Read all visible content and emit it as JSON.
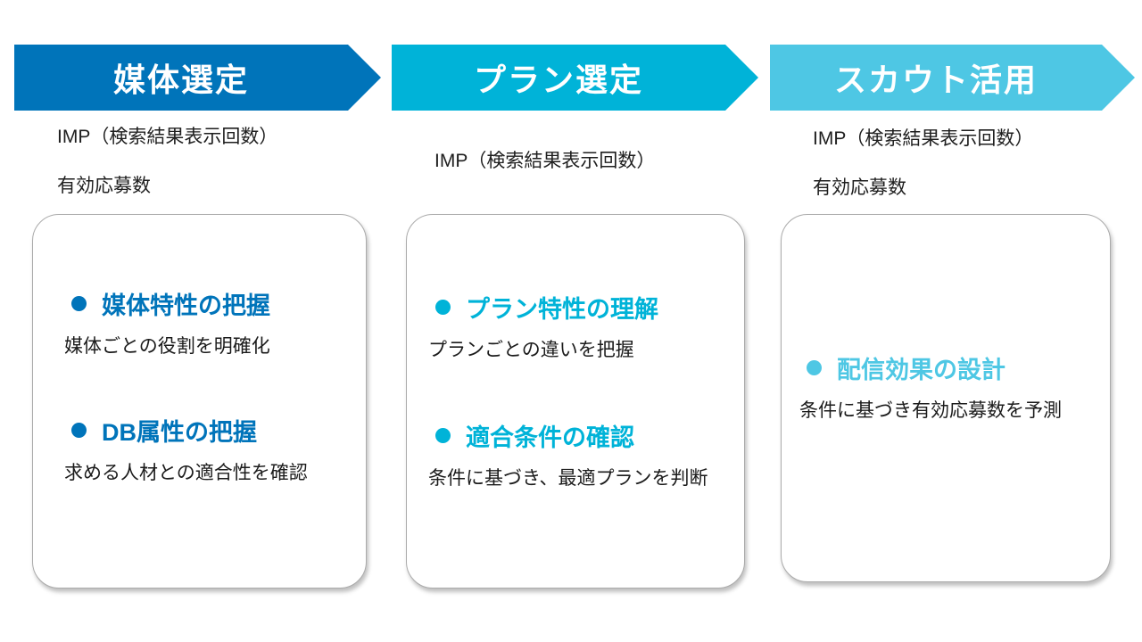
{
  "page": {
    "background_color": "#FFFFFF",
    "text_color": "#1B1B1B",
    "card_border_color": "#ABABAB"
  },
  "columns": [
    {
      "arrow_label": "媒体選定",
      "accent_color": "#0074BA",
      "metrics": [
        "IMP（検索結果表示回数）",
        "有効応募数"
      ],
      "card": {
        "items": [
          {
            "title": "媒体特性の把握",
            "description": "媒体ごとの役割を明確化"
          },
          {
            "title": "DB属性の把握",
            "description": "求める人材との適合性を確認"
          }
        ]
      }
    },
    {
      "arrow_label": "プラン選定",
      "accent_color": "#00B3D8",
      "metrics": [
        "IMP（検索結果表示回数）"
      ],
      "card": {
        "items": [
          {
            "title": "プラン特性の理解",
            "description": "プランごとの違いを把握"
          },
          {
            "title": "適合条件の確認",
            "description": "条件に基づき、最適プランを判断"
          }
        ]
      }
    },
    {
      "arrow_label": "スカウト活用",
      "accent_color": "#4EC7E4",
      "metrics": [
        "IMP（検索結果表示回数）",
        "有効応募数"
      ],
      "card": {
        "items": [
          {
            "title": "配信効果の設計",
            "description": "条件に基づき有効応募数を予測"
          }
        ]
      }
    }
  ]
}
